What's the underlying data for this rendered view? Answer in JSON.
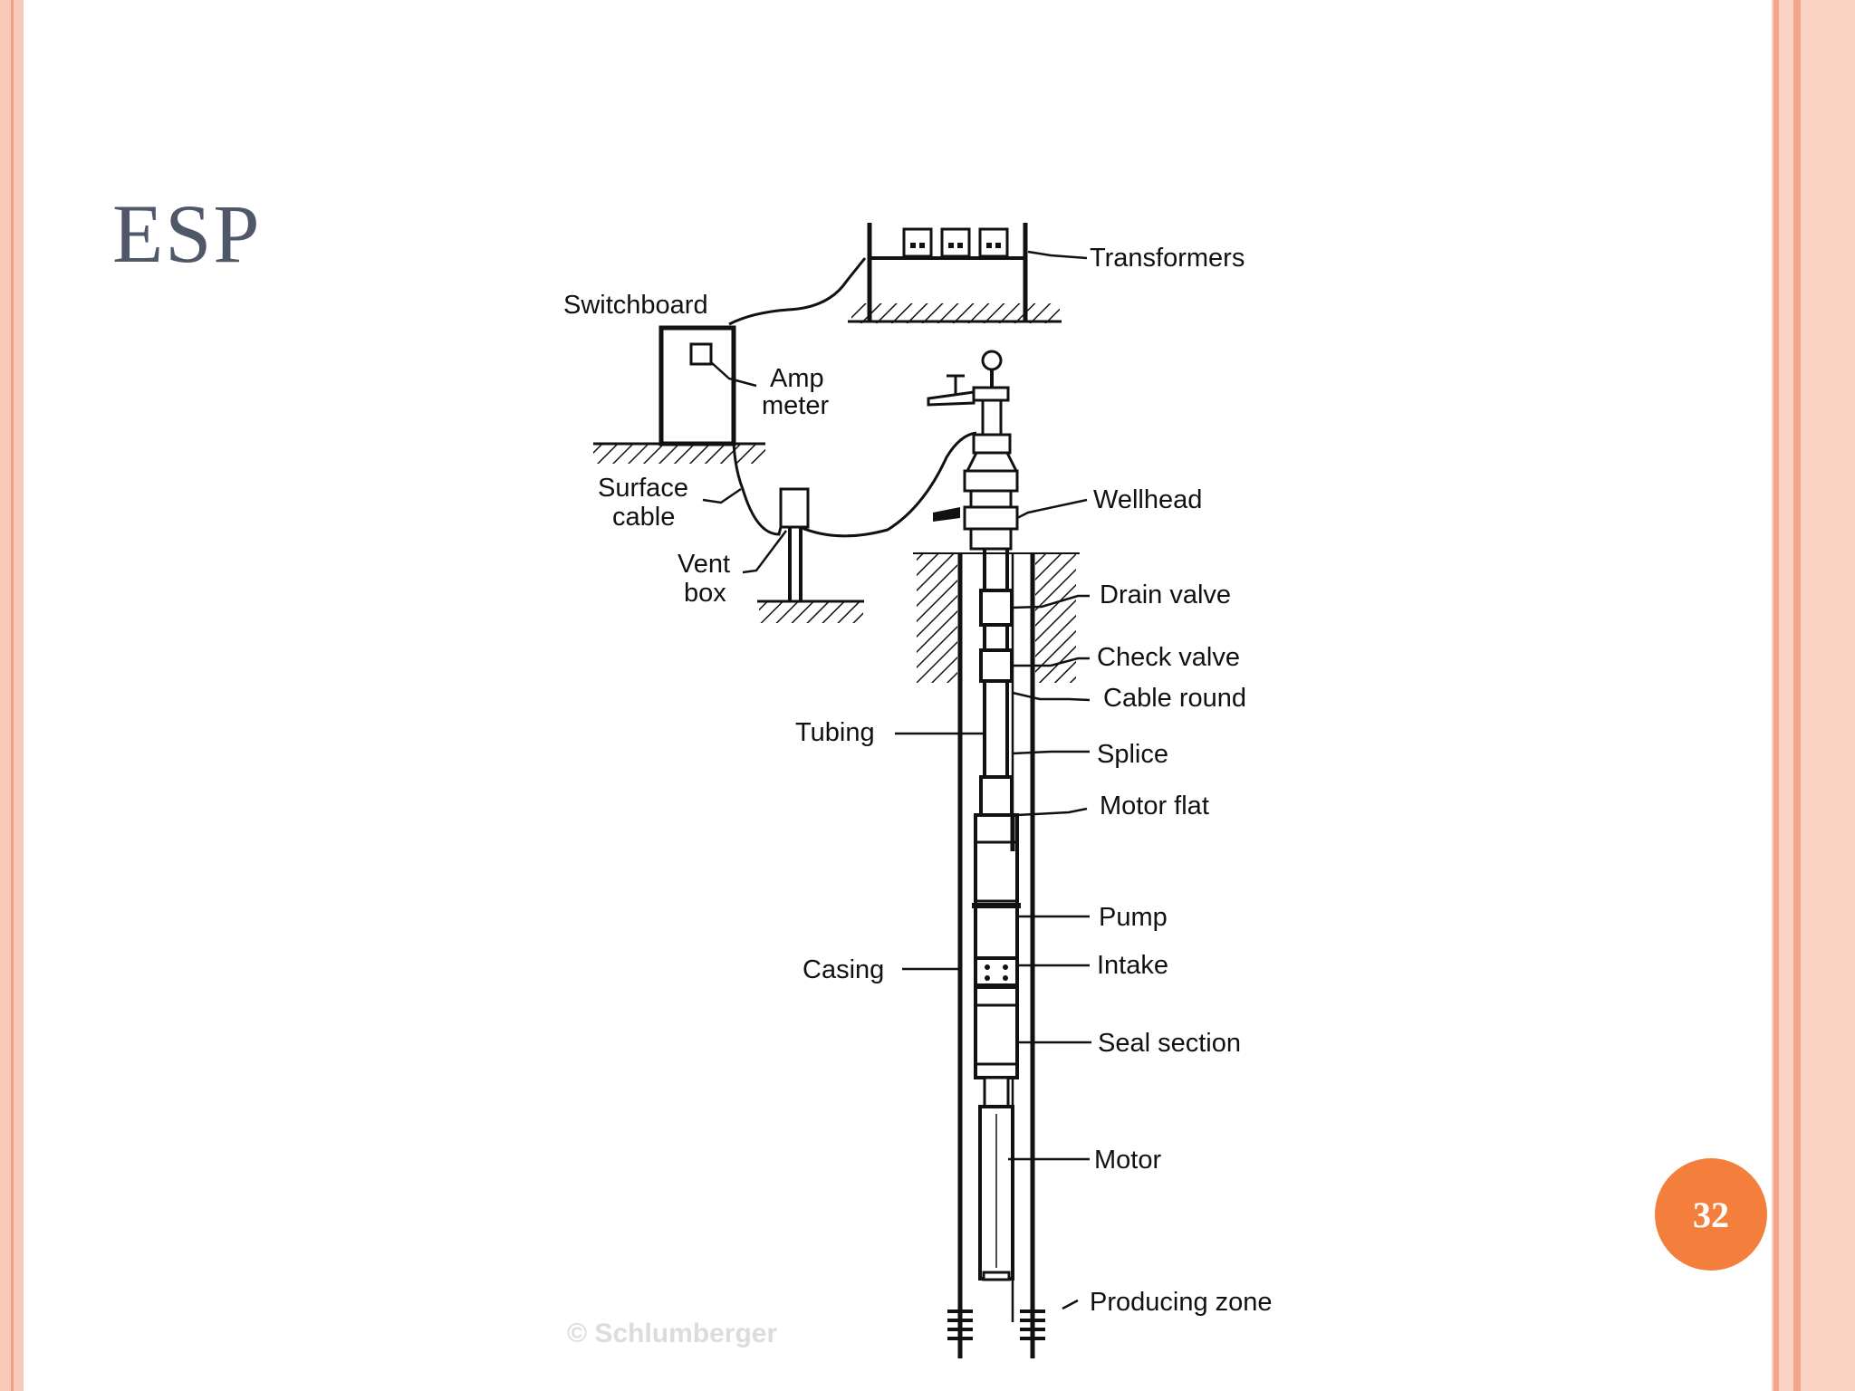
{
  "slide": {
    "title": "ESP",
    "page_number": "32",
    "accent_color": "#f47e3b",
    "border_color": "#f7c9b8"
  },
  "diagram": {
    "labels": {
      "transformers": "Transformers",
      "switchboard": "Switchboard",
      "amp_meter_line1": "Amp",
      "amp_meter_line2": "meter",
      "surface_cable_line1": "Surface",
      "surface_cable_line2": "cable",
      "vent_box_line1": "Vent",
      "vent_box_line2": "box",
      "wellhead": "Wellhead",
      "drain_valve": "Drain valve",
      "check_valve": "Check valve",
      "cable_round": "Cable round",
      "tubing": "Tubing",
      "splice": "Splice",
      "motor_flat": "Motor flat",
      "pump": "Pump",
      "intake": "Intake",
      "casing": "Casing",
      "seal_section": "Seal section",
      "motor": "Motor",
      "producing_zone": "Producing zone"
    },
    "watermark": "© Schlumberger"
  }
}
